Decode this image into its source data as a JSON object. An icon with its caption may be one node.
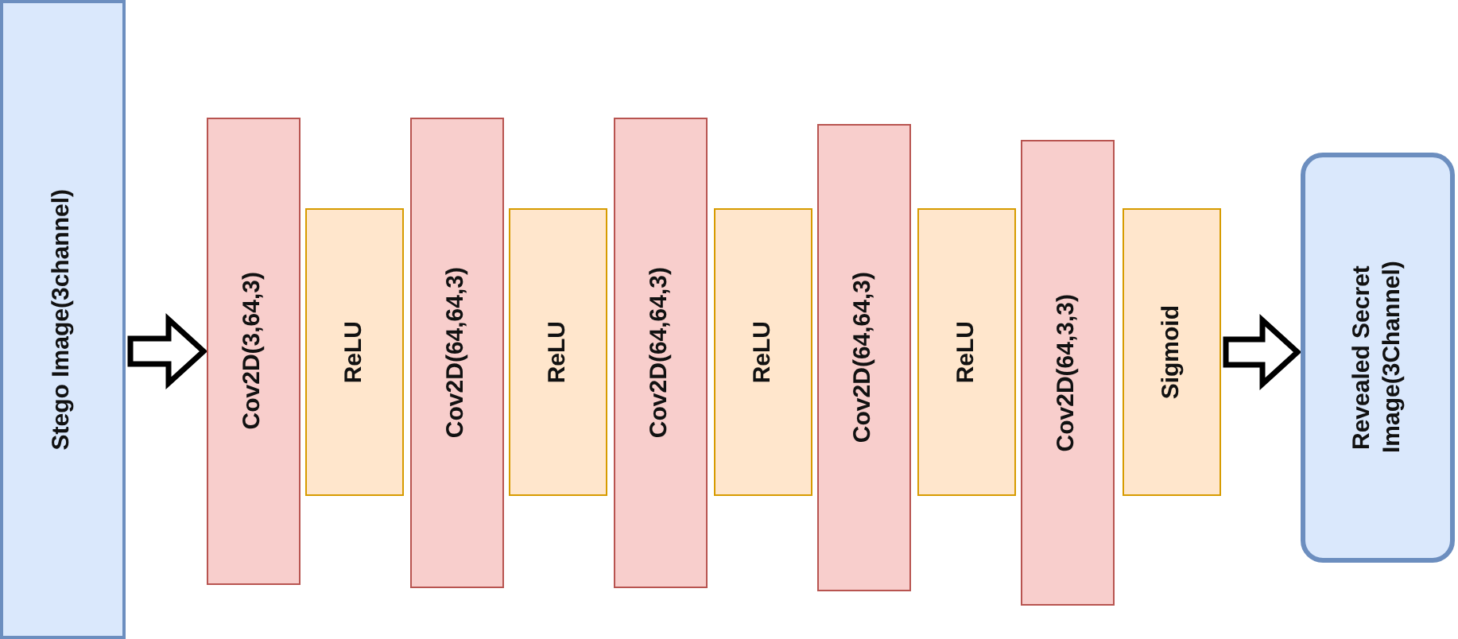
{
  "diagram": {
    "nodes": [
      {
        "text": [
          "Stego Image(3channel)"
        ]
      },
      {
        "text": [
          "Cov2D(3,64,3)"
        ]
      },
      {
        "text": [
          "ReLU"
        ]
      },
      {
        "text": [
          "Cov2D(64,64,3)"
        ]
      },
      {
        "text": [
          "ReLU"
        ]
      },
      {
        "text": [
          "Cov2D(64,64,3)"
        ]
      },
      {
        "text": [
          "ReLU"
        ]
      },
      {
        "text": [
          "Cov2D(64,64,3)"
        ]
      },
      {
        "text": [
          "ReLU"
        ]
      },
      {
        "text": [
          "Cov2D(64,3,3)"
        ]
      },
      {
        "text": [
          "Sigmoid"
        ]
      },
      {
        "text": [
          "Revealed Secret Image(3Channel)"
        ]
      }
    ],
    "edges": [
      {
        "from": 0,
        "to": 1,
        "arrow": "to"
      },
      {
        "from": 10,
        "to": 11,
        "arrow": "to"
      }
    ]
  }
}
